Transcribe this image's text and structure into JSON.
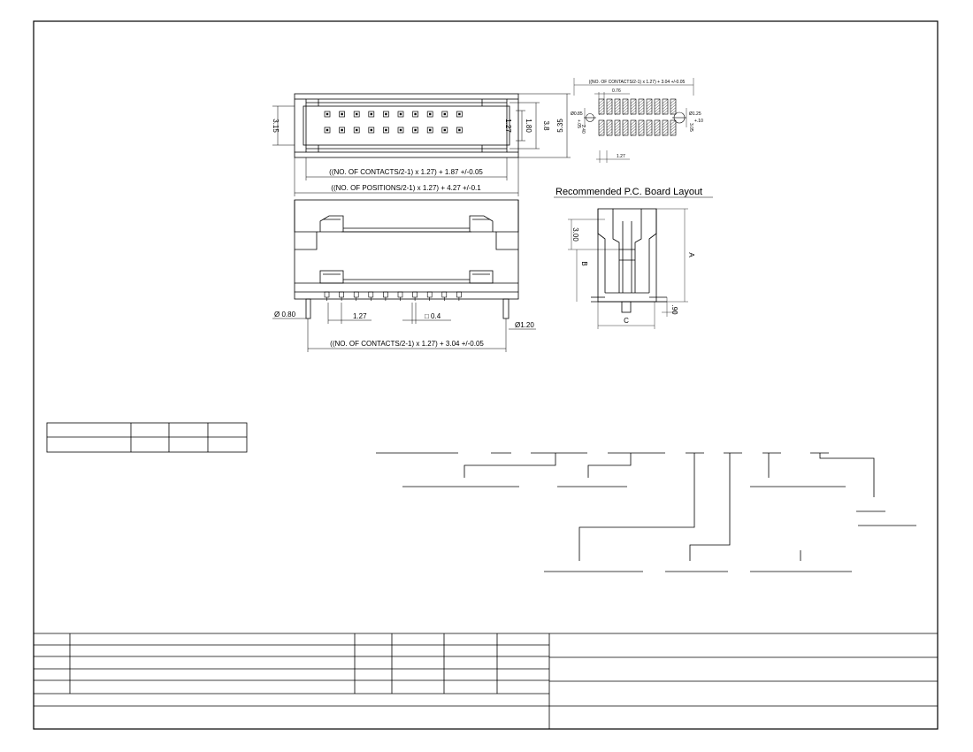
{
  "top_view": {
    "height_outer": "5.35",
    "height_body": "3.8",
    "height_left": "3.15",
    "pitch_row": "1.27",
    "slot_height": "1.80",
    "dim_contacts": "((NO. OF CONTACTS/2-1) x 1.27) + 1.87 +/-0.05",
    "dim_positions": "((NO. OF POSITIONS/2-1) x 1.27) + 4.27 +/-0.1"
  },
  "front_view": {
    "peg_dia_left": "Ø 0.80",
    "pitch": "1.27",
    "pin_square": "□ 0.4",
    "peg_dia_right": "Ø1.20",
    "dim_contacts": "((NO. OF CONTACTS/2-1) x 1.27) + 3.04 +/-0.05"
  },
  "pcb_layout": {
    "dim_top": "((NO. OF CONTACTS/2-1) x 1.27) + 3.04 +/-0.05",
    "pad_width": "0.76",
    "hole_left": "Ø0.85",
    "hole_left_tol": "+.05",
    "row_pitch": "2.40",
    "hole_right": "Ø1.25",
    "hole_right_tol": "+.10",
    "right_pitch": "3.05",
    "pitch": "1.27"
  },
  "section": {
    "title": "Recommended P.C. Board Layout",
    "dim_height": "3.00",
    "dim_a": "A",
    "dim_b": "B",
    "dim_c": "C",
    "dim_standoff": ".90"
  }
}
